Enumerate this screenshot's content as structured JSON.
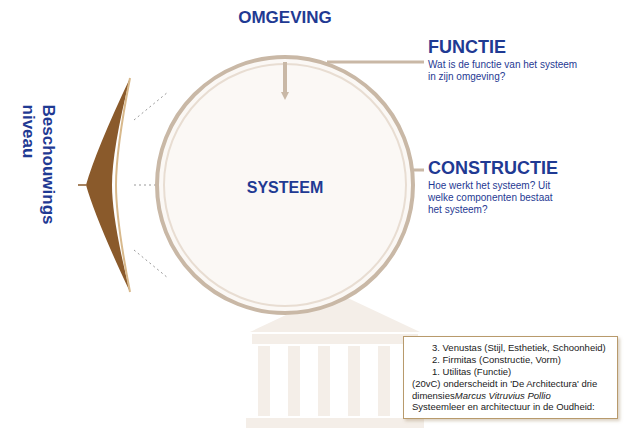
{
  "diagram": {
    "nodes": [
      {
        "text": [
          "OMGEVING"
        ]
      },
      {
        "text": [
          "SYSTEEM"
        ],
        "in": 0
      },
      {
        "text": [
          "Systeemleer en architectuur in de Oudheid:",
          "Marcus Vitruvius Pollio",
          "(20vC) onderscheidt in 'De Architectura' drie dimensies",
          "1. Utilitas (Functie)",
          "2. Firmitas (Constructie, Vorm)",
          "3. Venustas (Stijl, Esthetiek, Schoonheid)"
        ]
      }
    ],
    "labels": [
      "FUNCTIE",
      "Wat is de functie van het systeem in zijn omgeving?",
      "CONSTRUCTIE",
      "Hoe werkt het systeem? Uit welke componenten bestaat het systeem?",
      "Beschouwings niveau"
    ]
  }
}
